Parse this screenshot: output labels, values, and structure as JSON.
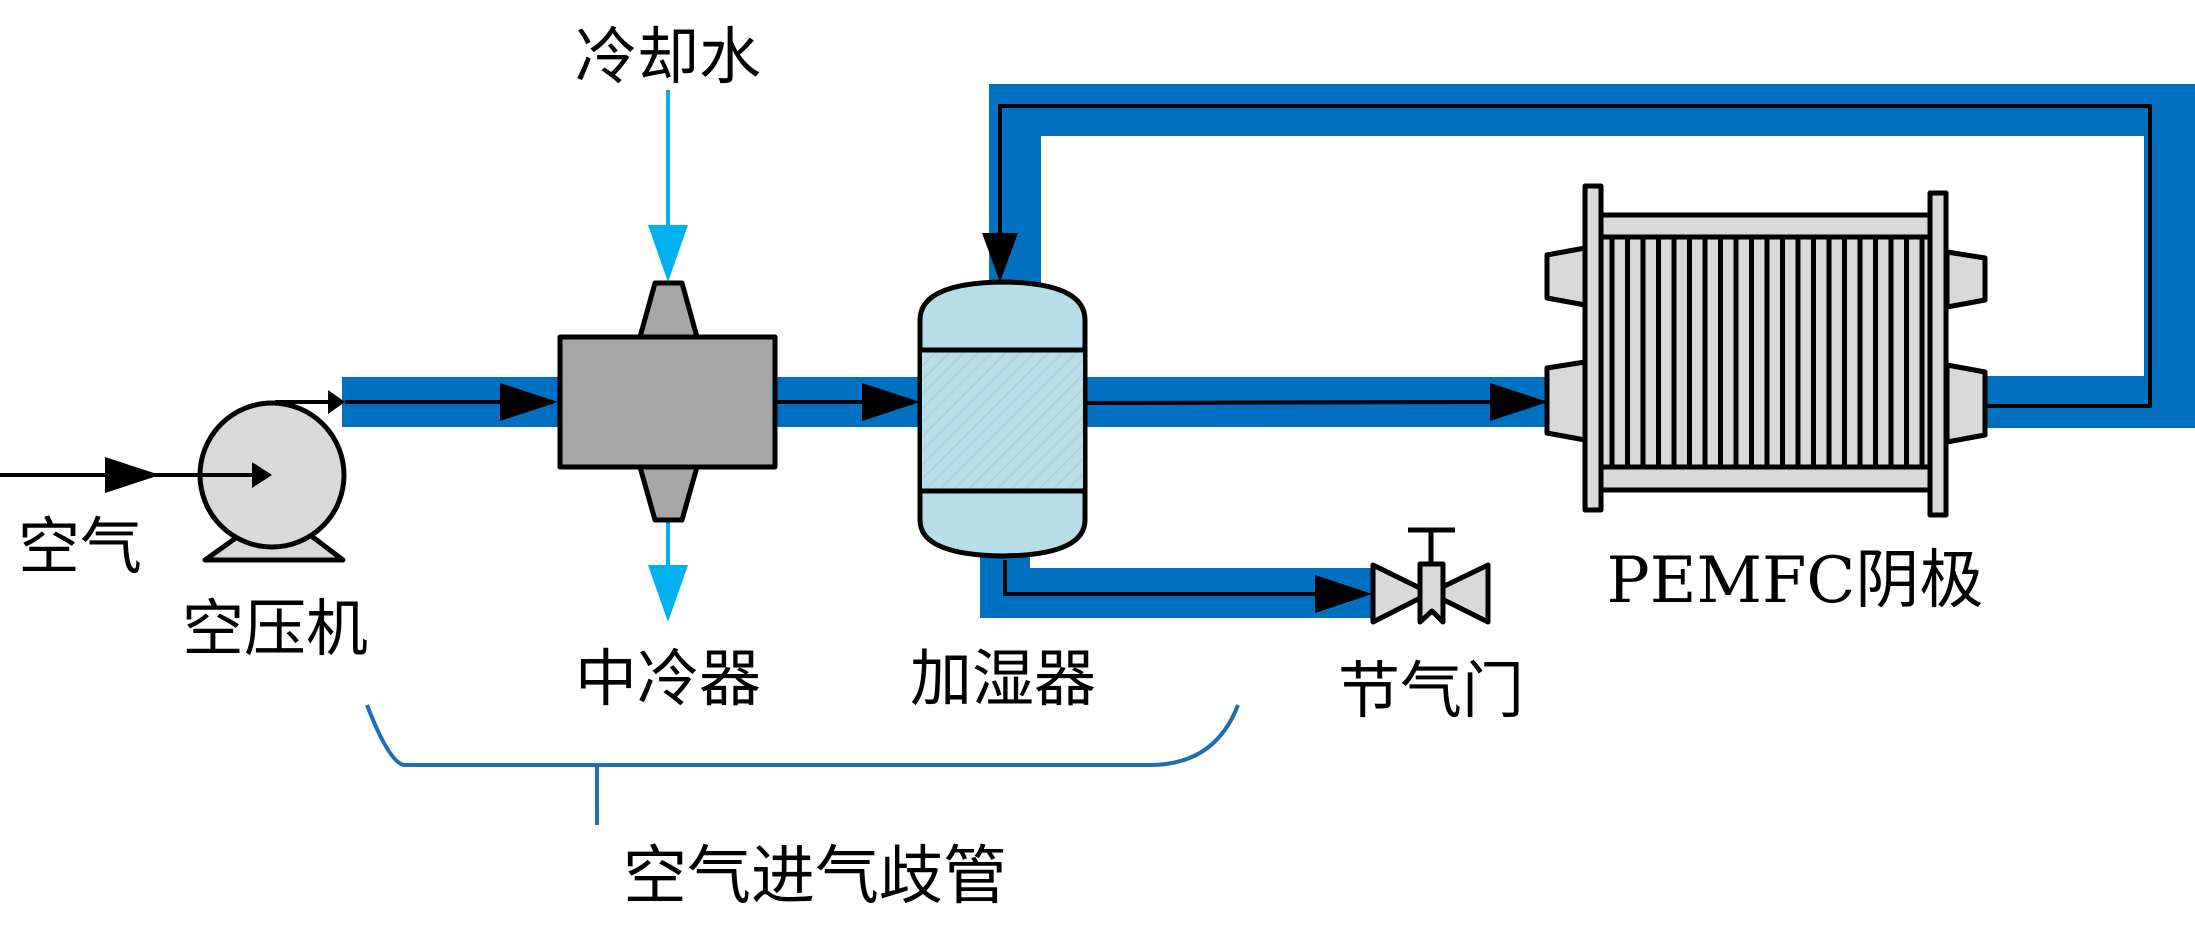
{
  "title": "PEMFC cathode air supply system schematic",
  "colors": {
    "pipe": "#0070C0",
    "coolant": "#00B0F0",
    "compressor_fill": "#D9D9D9",
    "intercooler_fill": "#A6A6A6",
    "humidifier_fill": "#B7DDE8",
    "stack_fill": "#D9D9D9",
    "brace": "#1F6FB5"
  },
  "labels": {
    "air": "空气",
    "compressor": "空压机",
    "coolant": "冷却水",
    "intercooler": "中冷器",
    "humidifier": "加湿器",
    "throttle": "节气门",
    "stack": "PEMFC阴极",
    "manifold": "空气进气歧管"
  },
  "components": [
    {
      "id": "compressor",
      "label": "空压机"
    },
    {
      "id": "intercooler",
      "label": "中冷器"
    },
    {
      "id": "humidifier",
      "label": "加湿器"
    },
    {
      "id": "stack",
      "label": "PEMFC阴极",
      "plate_count": 21
    },
    {
      "id": "throttle",
      "label": "节气门"
    }
  ],
  "flows": [
    {
      "from": "air",
      "to": "compressor"
    },
    {
      "from": "compressor",
      "to": "intercooler"
    },
    {
      "from": "intercooler",
      "to": "humidifier"
    },
    {
      "from": "humidifier",
      "to": "stack"
    },
    {
      "from": "stack",
      "to": "humidifier",
      "note": "return loop"
    },
    {
      "from": "humidifier",
      "to": "throttle"
    },
    {
      "from": "coolant",
      "to": "intercooler"
    }
  ],
  "grouping": {
    "label": "空气进气歧管",
    "members": [
      "compressor",
      "intercooler",
      "humidifier"
    ]
  }
}
